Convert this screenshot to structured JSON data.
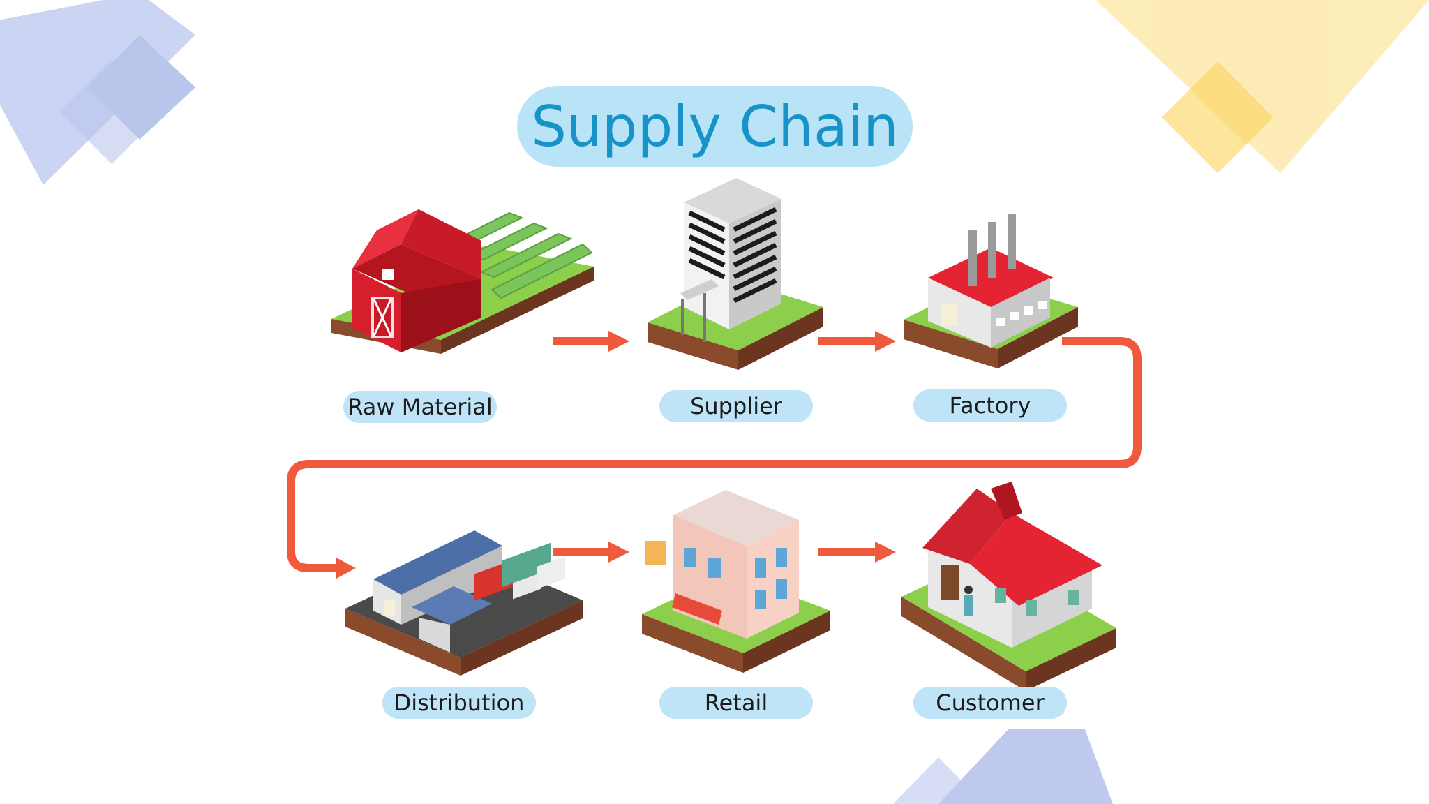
{
  "diagram": {
    "title": "Supply Chain",
    "stages": [
      {
        "label": "Raw Material"
      },
      {
        "label": "Supplier"
      },
      {
        "label": "Factory"
      },
      {
        "label": "Distribution"
      },
      {
        "label": "Retail"
      },
      {
        "label": "Customer"
      }
    ],
    "colors": {
      "title_text": "#1793c8",
      "pill": "#bfe4f7",
      "arrow": "#ef5a3c",
      "deco_blue": "#a9b9ea",
      "deco_yellow": "#fde7a3"
    }
  }
}
